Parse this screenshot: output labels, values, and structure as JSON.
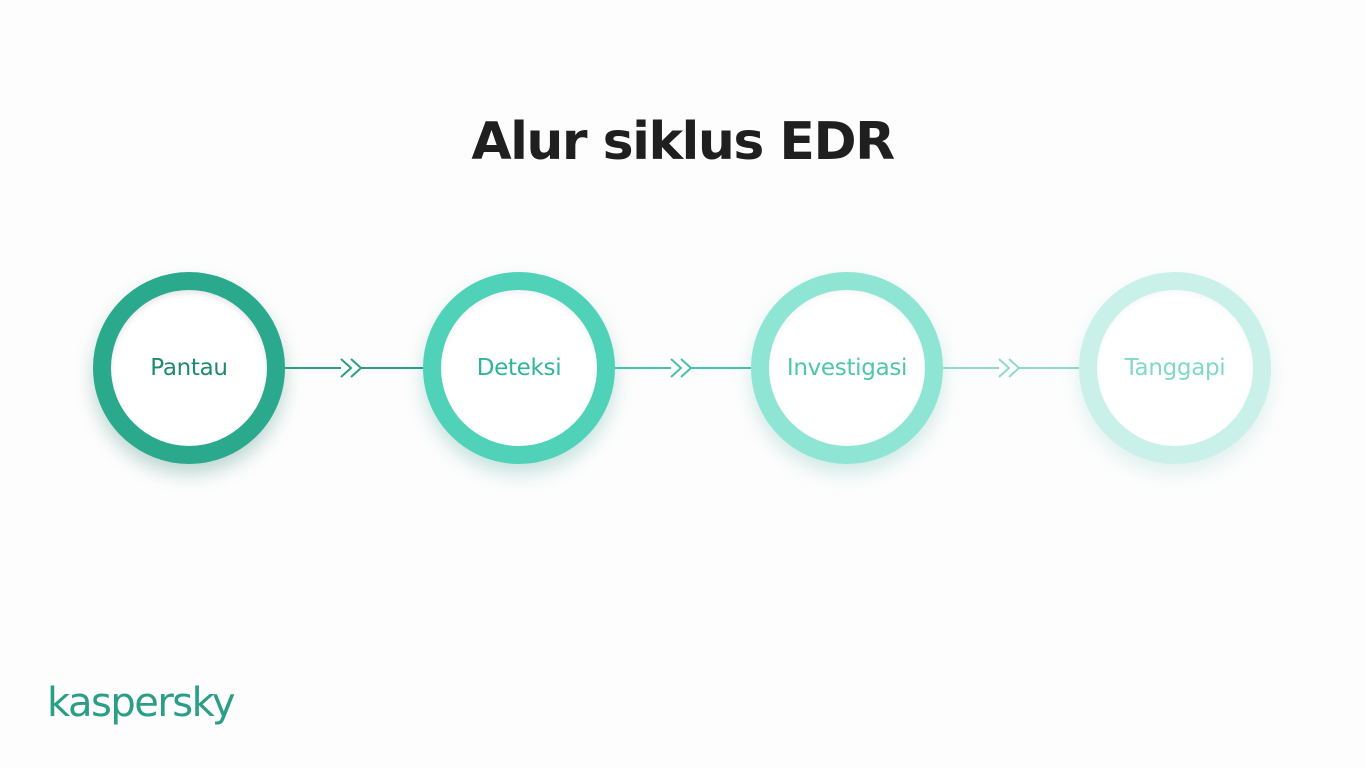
{
  "title": "Alur siklus EDR",
  "steps": [
    {
      "label": "Pantau",
      "color": "#2aa98d"
    },
    {
      "label": "Deteksi",
      "color": "#4fd2b8"
    },
    {
      "label": "Investigasi",
      "color": "#8fe5d4"
    },
    {
      "label": "Tanggapi",
      "color": "#c9f1e9"
    }
  ],
  "connectors": [
    {
      "color": "#2a9e86",
      "icon": "double-chevron-right-icon"
    },
    {
      "color": "#45c3a8",
      "icon": "double-chevron-right-icon"
    },
    {
      "color": "#8ddcc9",
      "icon": "double-chevron-right-icon"
    }
  ],
  "brand": {
    "logo_text": "kaspersky",
    "color": "#2a9e86"
  }
}
